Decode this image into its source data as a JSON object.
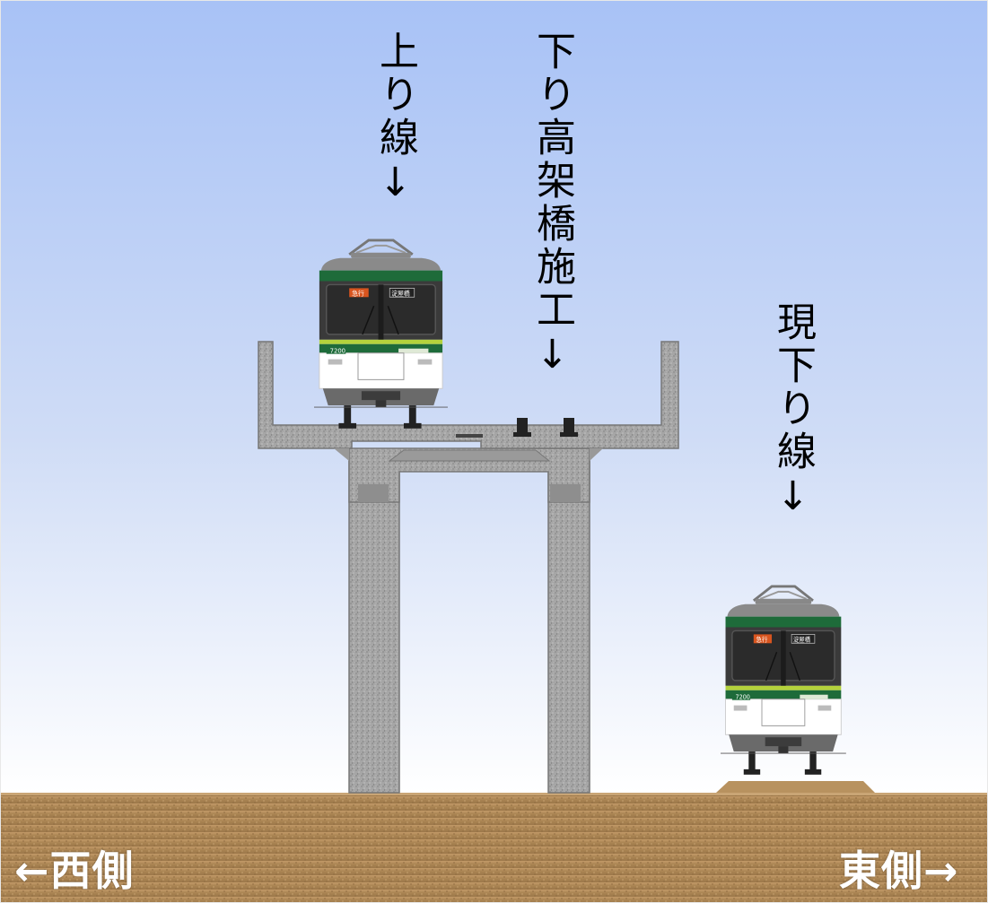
{
  "labels": {
    "up_line": "上り線↓",
    "down_viaduct": "下り高架橋施工↓",
    "current_down_line": "現下り線↓",
    "west": "←西側",
    "east": "東側→"
  },
  "train": {
    "number": "7200",
    "type_sign": "急行",
    "destination_sign": "淀屋橋"
  },
  "colors": {
    "sky_top": "#a8c2f6",
    "sky_bottom": "#ffffff",
    "ground": "#b08a5a",
    "concrete": "#a3a3a3",
    "train_green": "#1e6b3a",
    "train_lime": "#b4d23c",
    "train_dark": "#3a3a3a"
  }
}
